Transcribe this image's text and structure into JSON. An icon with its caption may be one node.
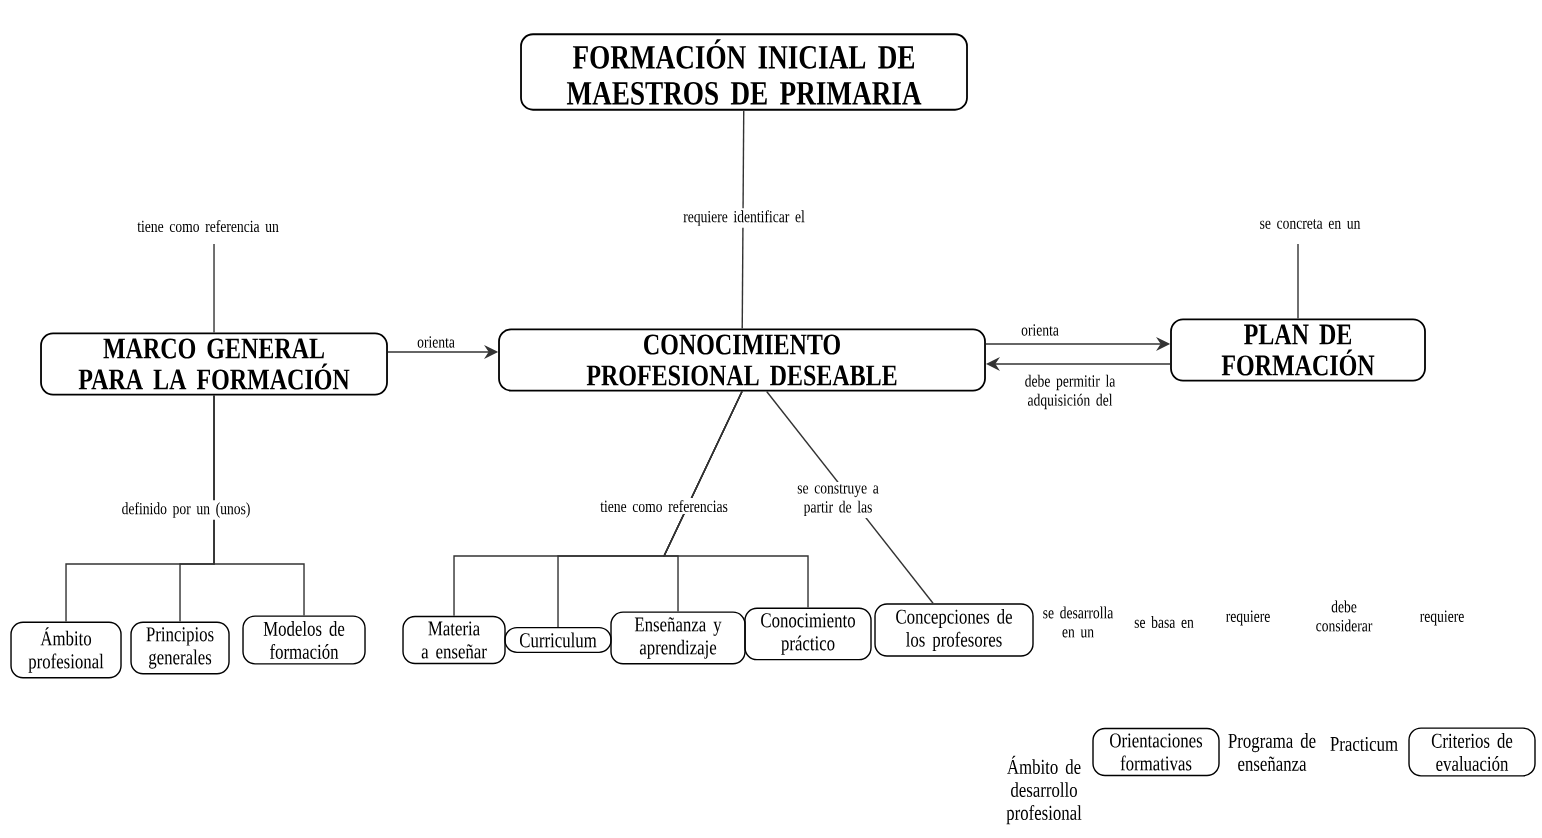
{
  "diagram": {
    "nodes": [
      {
        "text": [
          "FORMACIÓN INICIAL DE MAESTROS DE PRIMARIA"
        ]
      },
      {
        "text": [
          "MARCO GENERAL PARA LA FORMACIÓN"
        ]
      },
      {
        "text": [
          "CONOCIMIENTO PROFESIONAL DESEABLE"
        ]
      },
      {
        "text": [
          "PLAN DE FORMACIÓN"
        ]
      },
      {
        "text": [
          "Ámbito profesional"
        ]
      },
      {
        "text": [
          "Principios generales"
        ]
      },
      {
        "text": [
          "Modelos de formación"
        ]
      },
      {
        "text": [
          "Materia a enseñar"
        ]
      },
      {
        "text": [
          "Curriculum"
        ]
      },
      {
        "text": [
          "Enseñanza y aprendizaje"
        ]
      },
      {
        "text": [
          "Conocimiento práctico"
        ]
      },
      {
        "text": [
          "Concepciones de los profesores"
        ]
      },
      {
        "text": [
          "Orientaciones formativas"
        ]
      },
      {
        "text": [
          "Criterios de evaluación"
        ]
      }
    ],
    "edges": [
      {
        "from": null,
        "to": 1,
        "arrow": "none",
        "label": "tiene como referencia un"
      },
      {
        "from": 0,
        "to": 2,
        "arrow": "none",
        "label": "requiere identificar el"
      },
      {
        "from": null,
        "to": 3,
        "arrow": "none",
        "label": "se concreta en un"
      },
      {
        "from": 1,
        "to": 2,
        "arrow": "to",
        "label": "orienta"
      },
      {
        "from": 2,
        "to": 3,
        "arrow": "to",
        "label": "orienta"
      },
      {
        "from": 3,
        "to": 2,
        "arrow": "to",
        "label": "debe permitir la adquisición del"
      },
      {
        "from": 1,
        "to": 4,
        "arrow": "none",
        "label": "definido por un (unos)"
      },
      {
        "from": 1,
        "to": 5,
        "arrow": "none"
      },
      {
        "from": 1,
        "to": 6,
        "arrow": "none"
      },
      {
        "from": 2,
        "to": 7,
        "arrow": "none",
        "label": "tiene como referencias"
      },
      {
        "from": 2,
        "to": 8,
        "arrow": "none"
      },
      {
        "from": 2,
        "to": 9,
        "arrow": "none"
      },
      {
        "from": 2,
        "to": 10,
        "arrow": "none"
      },
      {
        "from": 2,
        "to": 11,
        "arrow": "none",
        "label": "se construye a partir de las"
      }
    ],
    "labels": [
      "se desarrolla en un",
      "se basa en",
      "requiere",
      "debe considerar",
      "requiere",
      "Ámbito de desarrollo profesional",
      "Programa de enseñanza",
      "Practicum"
    ]
  }
}
